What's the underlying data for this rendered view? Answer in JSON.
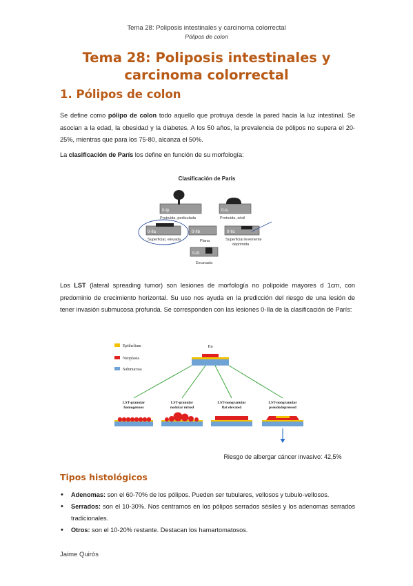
{
  "header": {
    "line1": "Tema 28: Poliposis intestinales y carcinoma colorrectal",
    "line2": "Pólipos de colon"
  },
  "title": {
    "line1": "Tema 28: Poliposis intestinales y",
    "line2": "carcinoma colorrectal"
  },
  "section1": {
    "heading": "1. Pólipos de colon",
    "p1": {
      "pre": "Se define como ",
      "bold": "pólipo de colon",
      "post": " todo aquello que protruya desde la pared hacia la luz intestinal. Se asocian a la edad, la obesidad y la diabetes. A los 50 años, la prevalencia de pólipos no supera el 20-25%, mientras que para los 75-80, alcanza el 50%."
    },
    "p2": {
      "pre": "La ",
      "bold": "clasificación de París",
      "post": " los define en función de su morfología:"
    },
    "p3": {
      "pre": "Los ",
      "bold": "LST",
      "post": " (lateral spreading tumor) son lesiones de morfología no polipoide mayores d 1cm, con predominio de crecimiento horizontal. Su uso nos ayuda en la predicción del riesgo de una lesión de tener invasión submucosa profunda. Se corresponden con las lesiones 0-IIa de la clasificación de París:"
    }
  },
  "figure_paris": {
    "title": "Clasificación de Paris",
    "labels": {
      "ip": "0-Ip",
      "is": "0-Is",
      "iia": "0-IIa",
      "iib": "0-IIb",
      "iic": "0-IIc",
      "iii": "0-III"
    },
    "captions": {
      "pedunculada": "Protruida, pediculada",
      "sesil": "Protruida, sésil",
      "elevada": "Superficial, elevada",
      "plana": "Plana",
      "deprimida1": "Superficial levemente",
      "deprimida2": "deprimida",
      "excavada": "Excavada"
    }
  },
  "figure_lst": {
    "legend": {
      "epithelium": "Epithelium",
      "neoplasia": "Neoplasia",
      "submucosa": "Submucosa"
    },
    "top_label": "IIa",
    "types": [
      {
        "line1": "LST-granular",
        "line2": "homogenous"
      },
      {
        "line1": "LST-granular",
        "line2": "nodular mixed"
      },
      {
        "line1": "LST-nongranular",
        "line2": "flat elevated"
      },
      {
        "line1": "LST-nongranular",
        "line2": "pseudodepressed"
      }
    ],
    "risk_text": "Riesgo de albergar cáncer invasivo: 42,5%"
  },
  "section2": {
    "heading": "Tipos histológicos",
    "items": [
      {
        "bold": "Adenomas:",
        "text": " son el 60-70% de los pólipos. Pueden ser tubulares, vellosos y tubulo-vellosos."
      },
      {
        "bold": "Serrados:",
        "text": " son el 10-30%. Nos centramos en los pólipos serrados sésiles y los adenomas serrados tradicionales."
      },
      {
        "bold": "Otros:",
        "text": " son el 10-20% restante. Destacan los hamartomatosos."
      }
    ]
  },
  "footer": {
    "author": "Jaime Quirós"
  },
  "colors": {
    "accent": "#b85a16",
    "epithelium": "#f2c200",
    "neoplasia": "#e0201e",
    "submucosa": "#6fa3d6",
    "connector": "#3aa33a"
  }
}
